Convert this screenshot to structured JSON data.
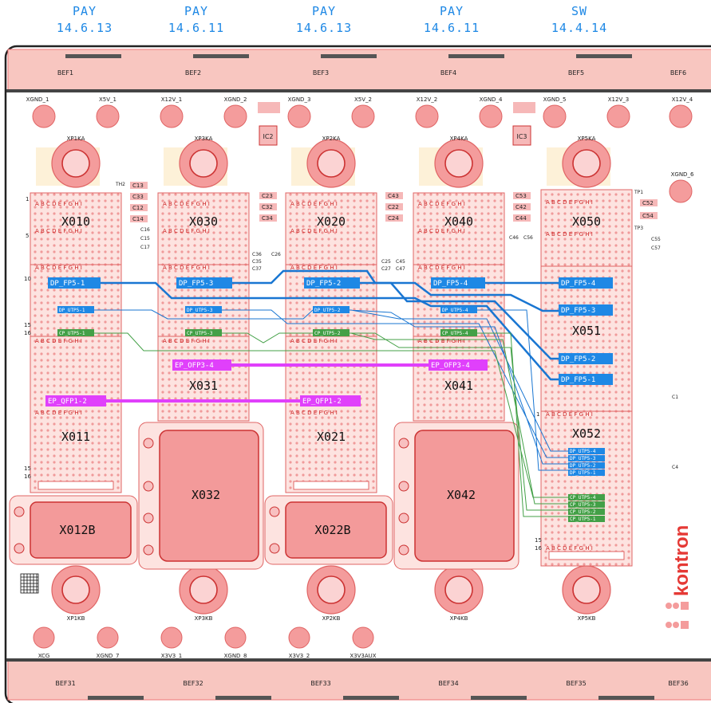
{
  "slots": [
    {
      "type": "PAY",
      "version": "14.6.13"
    },
    {
      "type": "PAY",
      "version": "14.6.11"
    },
    {
      "type": "PAY",
      "version": "14.6.13"
    },
    {
      "type": "PAY",
      "version": "14.6.11"
    },
    {
      "type": "SW",
      "version": "14.4.14"
    }
  ],
  "bef_top": [
    "BEF1",
    "BEF2",
    "BEF3",
    "BEF4",
    "BEF5",
    "BEF6"
  ],
  "bef_bottom": [
    "BEF31",
    "BEF32",
    "BEF33",
    "BEF34",
    "BEF35",
    "BEF36"
  ],
  "pins_top": [
    "XGND_1",
    "X5V_1",
    "X12V_1",
    "XGND_2",
    "XGND_3",
    "X5V_2",
    "X12V_2",
    "XGND_4",
    "XGND_5",
    "X12V_3",
    "X12V_4"
  ],
  "pins_bottom": [
    "XCG",
    "XGND_7",
    "X3V3_1",
    "XGND_8",
    "X3V3_2",
    "X3V3AUX"
  ],
  "xgnd6": "XGND_6",
  "ka_labels": [
    "XP1KA",
    "XP3KA",
    "XP2KA",
    "XP4KA",
    "XP5KA"
  ],
  "kb_labels": [
    "XP1KB",
    "XP3KB",
    "XP2KB",
    "XP4KB",
    "XP5KB"
  ],
  "ic_labels": [
    "IC2",
    "IC3"
  ],
  "connectors": {
    "x010": "X010",
    "x011": "X011",
    "x030": "X030",
    "x031": "X031",
    "x020": "X020",
    "x021": "X021",
    "x040": "X040",
    "x041": "X041",
    "x050": "X050",
    "x051": "X051",
    "x052": "X052",
    "x012b": "X012B",
    "x032": "X032",
    "x022b": "X022B",
    "x042": "X042"
  },
  "col_header": "A B C D E F G H I",
  "caps": {
    "g1": [
      "C13",
      "C33",
      "C12",
      "C14"
    ],
    "g2": [
      "C23",
      "C32",
      "C34"
    ],
    "g3": [
      "C43",
      "C22",
      "C24"
    ],
    "g4": [
      "C53",
      "C42",
      "C44"
    ],
    "g5": [
      "C52",
      "C54"
    ]
  },
  "small_labels": {
    "th2": "TH2",
    "tp1": "TP1",
    "tp3": "TP3",
    "c16": "C16",
    "c15": "C15",
    "c17": "C17",
    "c36": "C36",
    "c35": "C35",
    "c37": "C37",
    "c26": "C26",
    "c25": "C25",
    "c27": "C27",
    "c45": "C45",
    "c47": "C47",
    "c46": "C46",
    "c56": "C56",
    "c55": "C55",
    "c57": "C57",
    "c1": "C1",
    "c4": "C4"
  },
  "tags": {
    "dp_fp5_1": "DP_FP5-1",
    "dp_fp5_3": "DP_FP5-3",
    "dp_fp5_2": "DP_FP5-2",
    "dp_fp5_4": "DP_FP5-4",
    "dp_utp5_1": "DP_UTP5-1",
    "dp_utp5_3": "DP_UTP5-3",
    "dp_utp5_2": "DP_UTP5-2",
    "dp_utp5_4": "DP_UTP5-4",
    "cp_utp5_1": "CP_UTP5-1",
    "cp_utp5_3": "CP_UTP5-3",
    "cp_utp5_2": "CP_UTP5-2",
    "cp_utp5_4": "CP_UTP5-4",
    "ep_ofp3_4": "EP_OFP3-4",
    "ep_qfp1_2": "EP_QFP1-2"
  },
  "row_numbers": {
    "r1": "1",
    "r5": "5",
    "r10": "10",
    "r15": "15",
    "r16": "16"
  },
  "brand": "kontron",
  "colors": {
    "pad": "#f08d8d",
    "pad_fill": "#f6b8b8",
    "block": "#fde3e0",
    "trace_blue": "#1976d2",
    "trace_magenta": "#e040fb",
    "trace_green": "#4caf50",
    "header_blue": "#1e88e5"
  }
}
